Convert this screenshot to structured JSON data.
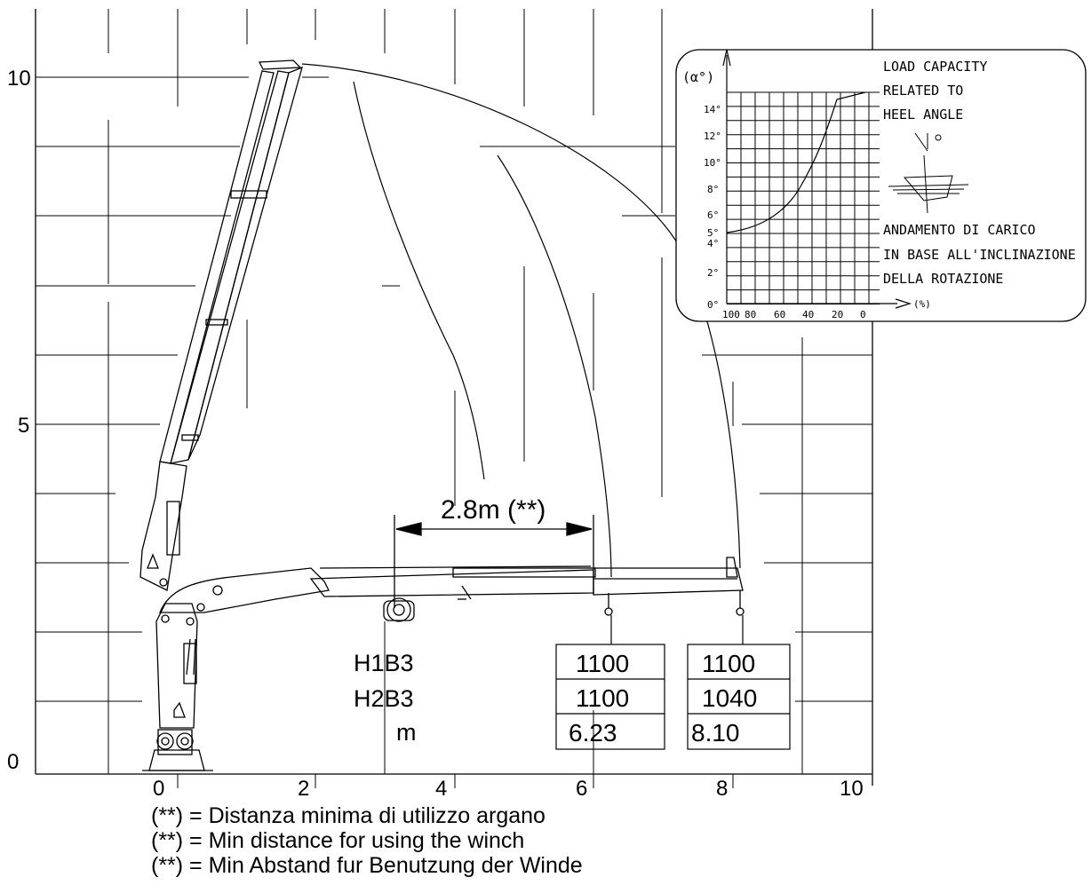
{
  "axes": {
    "x_ticks": [
      "0",
      "2",
      "4",
      "6",
      "8",
      "10"
    ],
    "y_ticks": [
      "0",
      "5",
      "10"
    ]
  },
  "dimension": {
    "label": "2.8m (**)"
  },
  "table": {
    "row_labels": [
      "H1B3",
      "H2B3",
      "m"
    ],
    "columns": [
      {
        "values": [
          "1100",
          "1100",
          "6.23"
        ]
      },
      {
        "values": [
          "1100",
          "1040",
          "8.10"
        ]
      }
    ]
  },
  "inset": {
    "y_axis_label": "(α°)",
    "y_ticks": [
      "0°",
      "2°",
      "4°",
      "5°",
      "6°",
      "8°",
      "10°",
      "12°",
      "14°"
    ],
    "x_ticks": [
      "100",
      "80",
      "60",
      "40",
      "20",
      "0"
    ],
    "x_axis_label": "(%)",
    "title_en": [
      "LOAD CAPACITY",
      "RELATED TO",
      "HEEL ANGLE"
    ],
    "title_it": [
      "ANDAMENTO DI CARICO",
      "IN BASE ALL'INCLINAZIONE",
      "DELLA ROTAZIONE"
    ],
    "angle_symbol": "°"
  },
  "footnotes": [
    "(**) = Distanza minima di utilizzo argano",
    "(**) = Min distance for using the winch",
    "(**) = Min Abstand fur Benutzung der Winde"
  ],
  "colors": {
    "line": "#000000",
    "background": "#ffffff"
  }
}
